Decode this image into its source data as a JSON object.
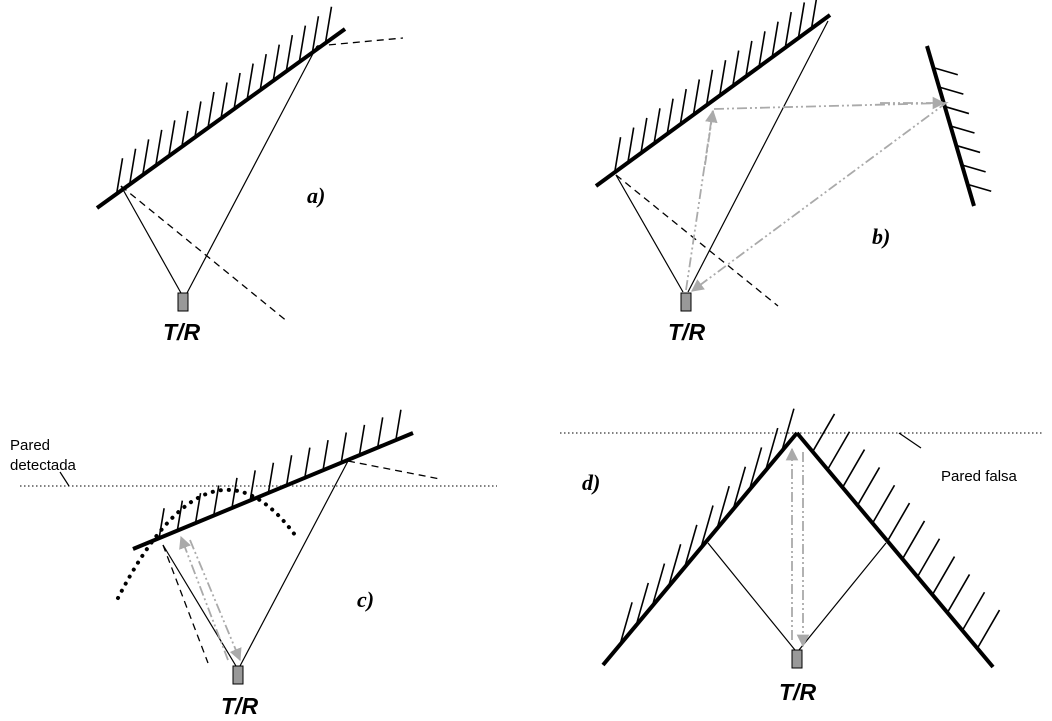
{
  "colors": {
    "line": "#000000",
    "echo_path": "#aaaaaa",
    "sensor": "#999999"
  },
  "panels": {
    "a": {
      "label": "a)",
      "sensor_label": "T/R"
    },
    "b": {
      "label": "b)",
      "sensor_label": "T/R"
    },
    "c": {
      "label": "c)",
      "sensor_label": "T/R",
      "wall_annotation_line1": "Pared",
      "wall_annotation_line2": "detectada"
    },
    "d": {
      "label": "d)",
      "sensor_label": "T/R",
      "wall_annotation": "Pared falsa"
    }
  }
}
